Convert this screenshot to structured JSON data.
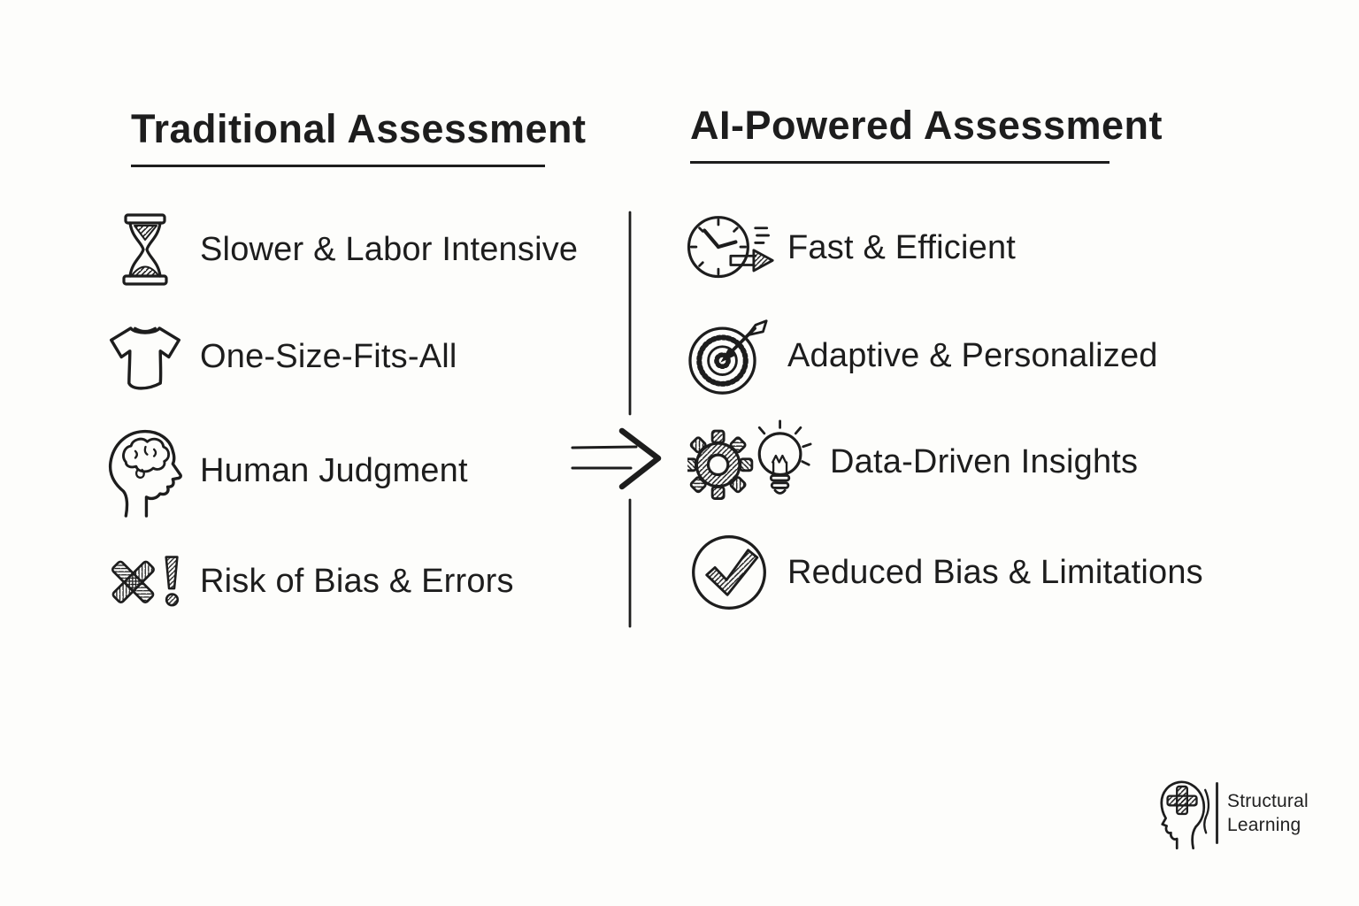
{
  "page": {
    "background_color": "#fdfdfb",
    "ink_color": "#1d1d1d"
  },
  "left_column": {
    "title": "Traditional Assessment",
    "items": [
      {
        "icon": "hourglass-icon",
        "label": "Slower & Labor Intensive"
      },
      {
        "icon": "tshirt-icon",
        "label": "One-Size-Fits-All"
      },
      {
        "icon": "head-brain-icon",
        "label": "Human Judgment"
      },
      {
        "icon": "cross-exclamation-icon",
        "label": "Risk of Bias & Errors"
      }
    ]
  },
  "right_column": {
    "title": "AI-Powered Assessment",
    "items": [
      {
        "icon": "clock-speed-icon",
        "label": "Fast & Efficient"
      },
      {
        "icon": "target-dart-icon",
        "label": "Adaptive & Personalized"
      },
      {
        "icon": "gear-lightbulb-icon",
        "label": "Data-Driven Insights"
      },
      {
        "icon": "check-circle-icon",
        "label": "Reduced Bias & Limitations"
      }
    ]
  },
  "divider": {
    "style": "vertical-line-with-right-arrow",
    "arrow_icon": "double-line-right-arrow-icon"
  },
  "logo": {
    "icon": "head-cross-logo-icon",
    "brand_line1": "Structural",
    "brand_line2": "Learning"
  }
}
